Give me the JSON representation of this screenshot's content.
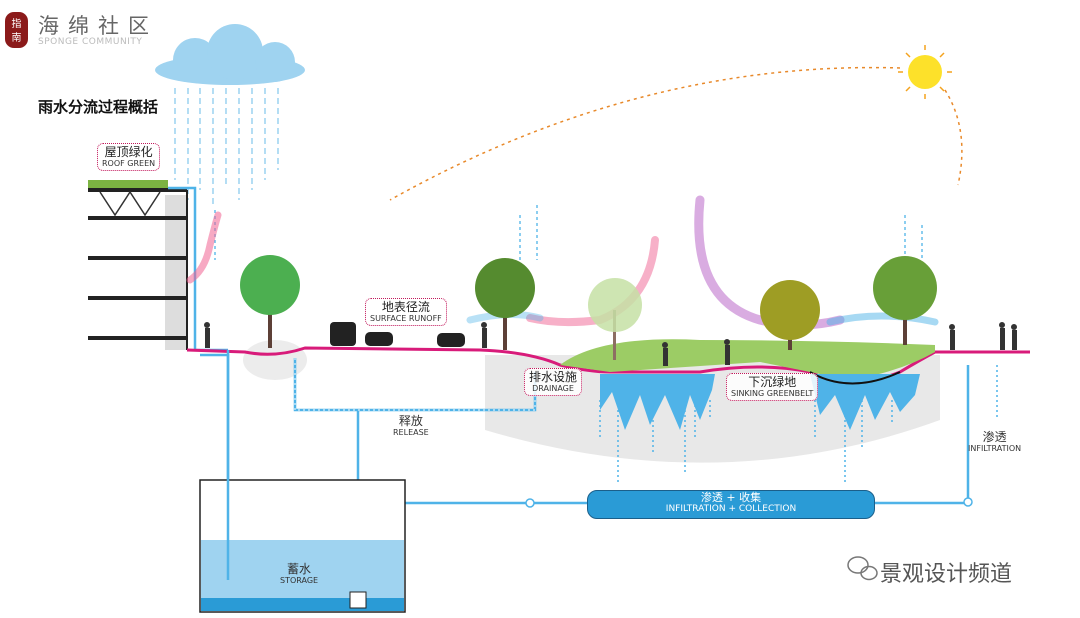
{
  "logo": {
    "seal_text": "指南",
    "title": "海绵社区",
    "subtitle": "SPONGE COMMUNITY"
  },
  "diagram_title": "雨水分流过程概括",
  "labels": {
    "roof_green": {
      "cn": "屋顶绿化",
      "en": "ROOF GREEN"
    },
    "surface_runoff": {
      "cn": "地表径流",
      "en": "SURFACE RUNOFF"
    },
    "drainage": {
      "cn": "排水设施",
      "en": "DRAINAGE"
    },
    "sinking_greenbelt": {
      "cn": "下沉绿地",
      "en": "SINKING GREENBELT"
    },
    "release": {
      "cn": "释放",
      "en": "RELEASE"
    },
    "infiltration": {
      "cn": "渗透",
      "en": "INFILTRATION"
    },
    "infiltration_collection": {
      "cn": "渗透 + 收集",
      "en": "INFILTRATION + COLLECTION"
    },
    "storage": {
      "cn": "蓄水",
      "en": "STORAGE"
    }
  },
  "watermark": "景观设计频道",
  "colors": {
    "water": "#2a9bd6",
    "ground": "#d81b7a",
    "sun": "#fde12a",
    "sun_path": "#e8892a",
    "grass": "#8bc34a"
  }
}
